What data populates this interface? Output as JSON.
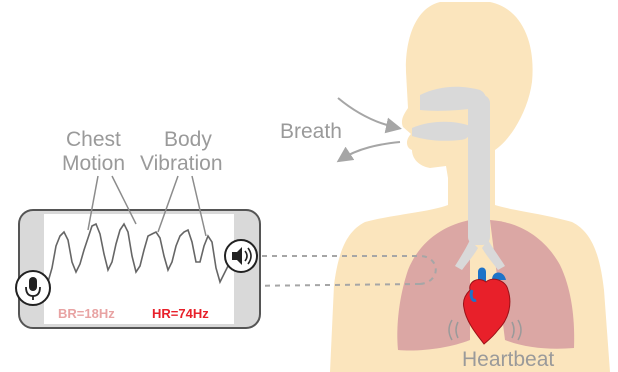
{
  "labels": {
    "chest_motion_line1": "Chest",
    "chest_motion_line2": "Motion",
    "body_vibration_line1": "Body",
    "body_vibration_line2": "Vibration",
    "breath": "Breath",
    "heartbeat": "Heartbeat"
  },
  "phone": {
    "breath_rate": "BR=18Hz",
    "heart_rate": "HR=74Hz"
  },
  "icons": {
    "speaker": "speaker-icon",
    "microphone": "microphone-icon",
    "heart": "heart-icon"
  },
  "colors": {
    "skin": "#fbe5bd",
    "airway": "#d9d9d9",
    "lung": "#dba7a4",
    "heart_red": "#e8202a",
    "heart_blue": "#1e73c8",
    "label_gray": "#9a9a9a",
    "br_pink": "#e8a3a3"
  }
}
